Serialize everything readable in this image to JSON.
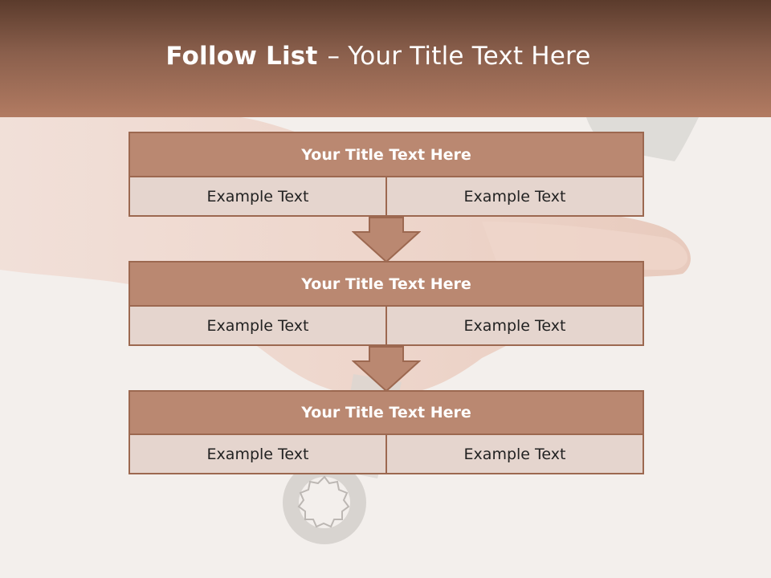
{
  "header": {
    "title_bold": "Follow List",
    "title_dash": "–",
    "title_rest": "Your Title Text Here"
  },
  "blocks": [
    {
      "title": "Your Title Text Here",
      "left": "Example Text",
      "right": "Example Text"
    },
    {
      "title": "Your Title Text Here",
      "left": "Example Text",
      "right": "Example Text"
    },
    {
      "title": "Your Title Text Here",
      "left": "Example Text",
      "right": "Example Text"
    }
  ],
  "colors": {
    "header_dark": "#5b3b2c",
    "header_light": "#b27b62",
    "block_title": "#ba8871",
    "block_border": "#9c6850",
    "cell_fill": "#e5d5ce"
  }
}
